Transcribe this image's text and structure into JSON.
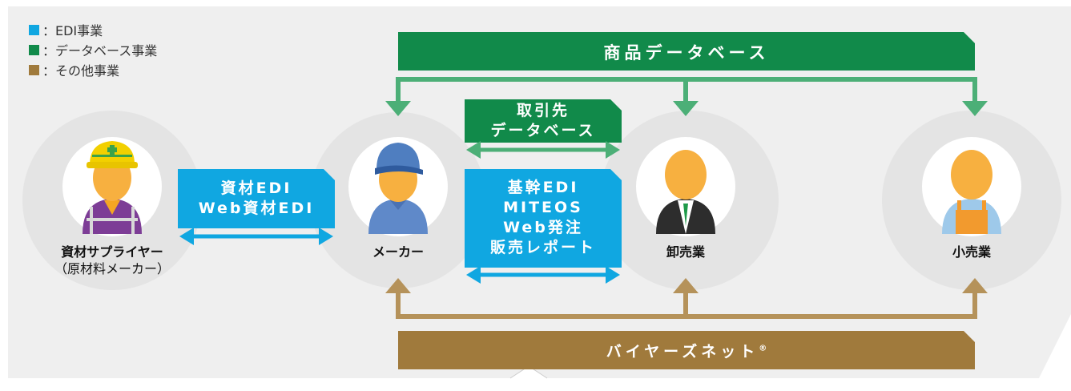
{
  "legend": [
    {
      "label": "：EDI事業",
      "color": "#10a7e1"
    },
    {
      "label": "：データベース事業",
      "color": "#118a4a"
    },
    {
      "label": "：その他事業",
      "color": "#a07a3c"
    }
  ],
  "banners": {
    "product_db": "商品データベース",
    "buyers_net": "バイヤーズネット",
    "buyers_net_mark": "®"
  },
  "boxes": {
    "partner_db": [
      "取引先",
      "データベース"
    ],
    "material_edi": [
      "資材EDI",
      "Web資材EDI"
    ],
    "core_edi": [
      "基幹EDI",
      "MITEOS",
      "Web発注",
      "販売レポート"
    ]
  },
  "actors": {
    "supplier": {
      "label": "資材サプライヤー",
      "sublabel": "（原材料メーカー）"
    },
    "maker": {
      "label": "メーカー"
    },
    "wholesaler": {
      "label": "卸売業"
    },
    "retailer": {
      "label": "小売業"
    }
  },
  "colors": {
    "edi": "#10a7e1",
    "database": "#118a4a",
    "other": "#a07a3c",
    "db_arrow": "#4caf77",
    "other_arrow": "#b5925a",
    "background": "#efefef",
    "circle": "#e4e4e4"
  }
}
